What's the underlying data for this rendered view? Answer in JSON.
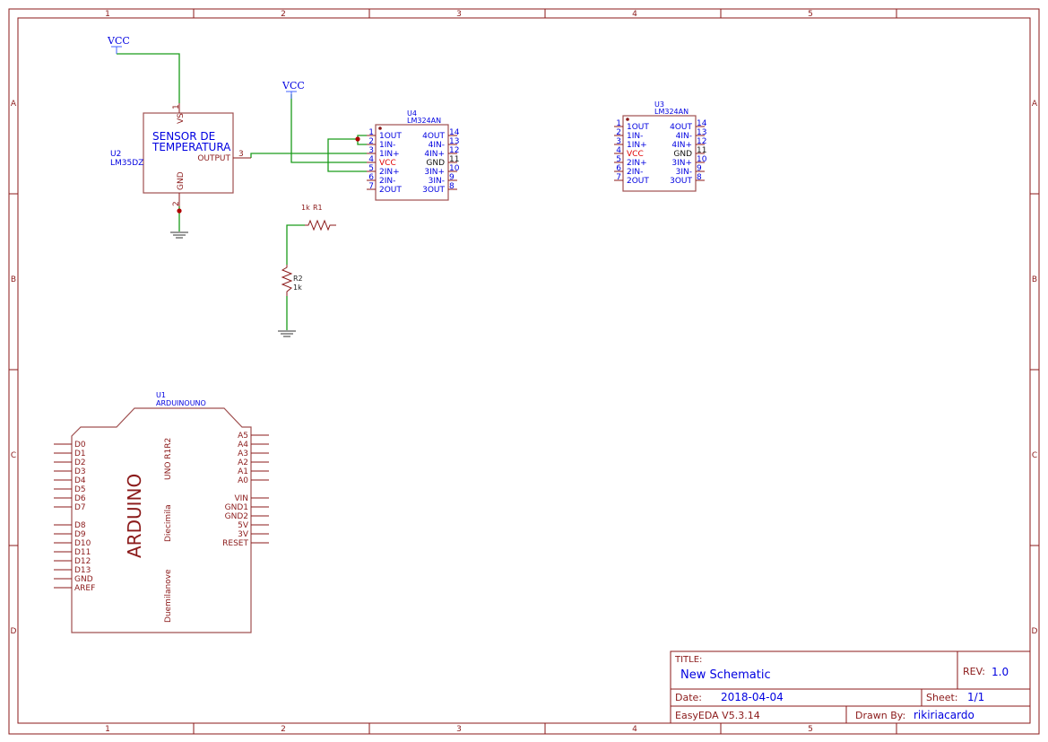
{
  "frame": {
    "columns": [
      "1",
      "2",
      "3",
      "4",
      "5"
    ],
    "rows": [
      "A",
      "B",
      "C",
      "D"
    ]
  },
  "power": {
    "vcc1": "VCC",
    "vcc2": "VCC"
  },
  "sensor": {
    "ref": "U2",
    "part": "LM35DZ",
    "title1": "SENSOR DE",
    "title2": "TEMPERATURA",
    "vs": "VS",
    "gnd": "GND",
    "output": "OUTPUT",
    "pin1": "1",
    "pin2": "2",
    "pin3": "3"
  },
  "u4": {
    "ref": "U4",
    "part": "LM324AN"
  },
  "u3": {
    "ref": "U3",
    "part": "LM324AN"
  },
  "lm324": {
    "left": [
      {
        "num": "1",
        "label": "1OUT"
      },
      {
        "num": "2",
        "label": "1IN-"
      },
      {
        "num": "3",
        "label": "1IN+"
      },
      {
        "num": "4",
        "label": "VCC"
      },
      {
        "num": "5",
        "label": "2IN+"
      },
      {
        "num": "6",
        "label": "2IN-"
      },
      {
        "num": "7",
        "label": "2OUT"
      }
    ],
    "right": [
      {
        "num": "14",
        "label": "4OUT"
      },
      {
        "num": "13",
        "label": "4IN-"
      },
      {
        "num": "12",
        "label": "4IN+"
      },
      {
        "num": "11",
        "label": "GND"
      },
      {
        "num": "10",
        "label": "3IN+"
      },
      {
        "num": "9",
        "label": "3IN-"
      },
      {
        "num": "8",
        "label": "3OUT"
      }
    ]
  },
  "r1": {
    "ref": "R1",
    "value": "1k"
  },
  "r2": {
    "ref": "R2",
    "value": "1k"
  },
  "arduino": {
    "ref": "U1",
    "part": "ARDUINOUNO",
    "name": "ARDUINO",
    "v1": "UNO R1R2",
    "v2": "Diecimila",
    "v3": "Duemilanove",
    "left": [
      "D0",
      "D1",
      "D2",
      "D3",
      "D4",
      "D5",
      "D6",
      "D7",
      "D8",
      "D9",
      "D10",
      "D11",
      "D12",
      "D13",
      "GND",
      "AREF"
    ],
    "right": [
      "A5",
      "A4",
      "A3",
      "A2",
      "A1",
      "A0",
      "VIN",
      "GND1",
      "GND2",
      "5V",
      "3V",
      "RESET"
    ]
  },
  "titleblock": {
    "title_label": "TITLE:",
    "title": "New Schematic",
    "rev_label": "REV:",
    "rev": "1.0",
    "date_label": "Date:",
    "date": "2018-04-04",
    "sheet_label": "Sheet:",
    "sheet": "1/1",
    "tool": "EasyEDA V5.3.14",
    "drawn_label": "Drawn By:",
    "drawn": "rikiriacardo"
  }
}
